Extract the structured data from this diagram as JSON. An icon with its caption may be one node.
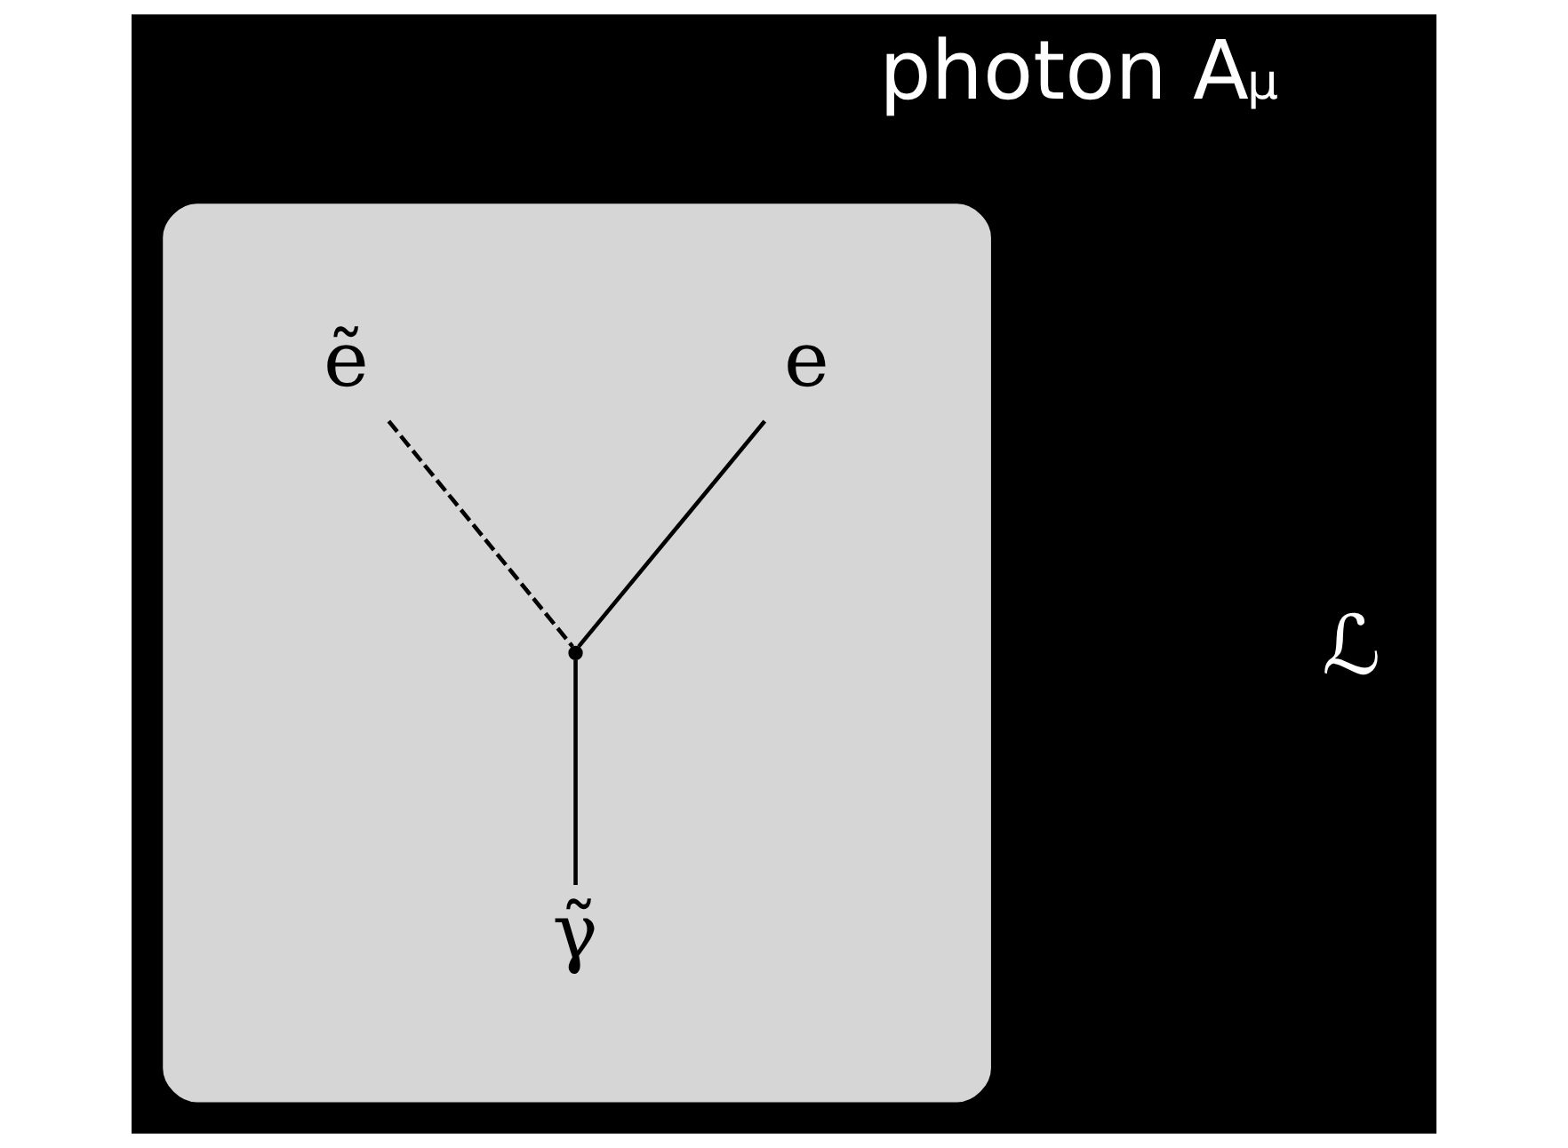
{
  "diagram": {
    "nodes": [
      {
        "text": [],
        "shape": "box"
      },
      {
        "text": [
          "e"
        ],
        "in": 0
      },
      {
        "text": [
          "ẽ"
        ],
        "in": 0
      },
      {
        "text": [],
        "shape": "point",
        "in": 0
      },
      {
        "text": [
          "γ̃"
        ],
        "in": 0
      }
    ],
    "edges": [
      {
        "from": 1,
        "to": 3,
        "arrow": "none"
      },
      {
        "from": 3,
        "to": 2,
        "arrow": "none",
        "style": "dashed"
      },
      {
        "from": 3,
        "to": 4,
        "arrow": "none"
      }
    ],
    "labels": [
      "photon A$^{μ}$",
      "ℒ"
    ]
  }
}
